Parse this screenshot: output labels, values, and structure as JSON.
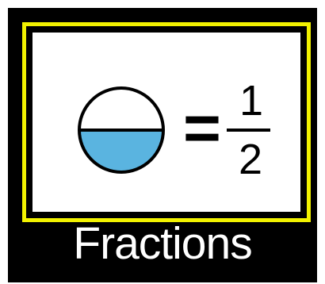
{
  "graphic": {
    "circle_fill_fraction": 0.5,
    "colors": {
      "background": "#000000",
      "border": "#f2f200",
      "panel": "#ffffff",
      "fill": "#5ab4e0",
      "ink": "#000000"
    },
    "equals_sign": "=",
    "fraction": {
      "numerator": "1",
      "denominator": "2"
    }
  },
  "title": "Fractions"
}
